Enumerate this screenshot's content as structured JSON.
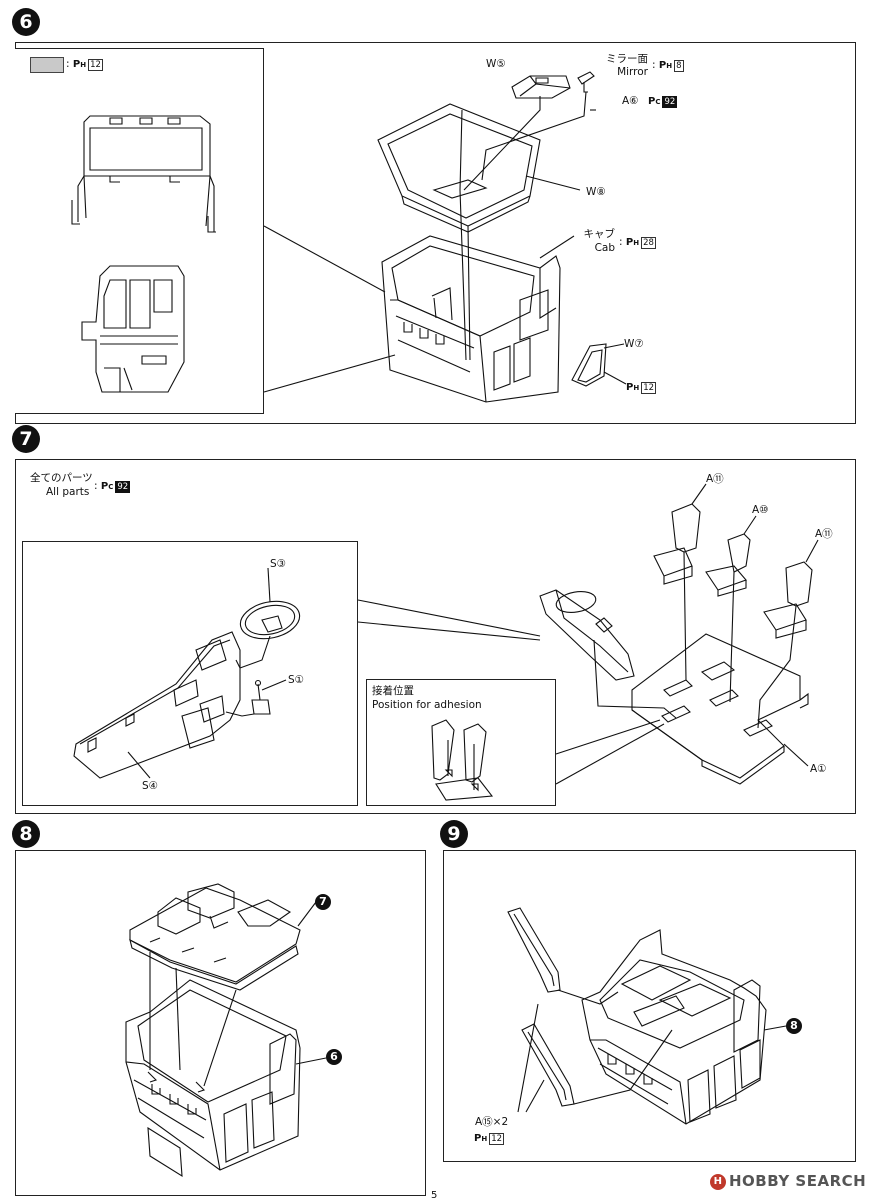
{
  "step6": {
    "number": "6",
    "swatch_note": ":",
    "swatch_paint": {
      "code": "P",
      "sub": "H",
      "num": "12"
    },
    "w5": "W⑤",
    "mirror_jp": "ミラー面",
    "mirror_en": "Mirror",
    "mirror_paint": {
      "code": "P",
      "sub": "H",
      "num": "8"
    },
    "a6": "A⑥",
    "a6_paint": {
      "code": "P",
      "sub": "C",
      "num": "92"
    },
    "w8": "W⑧",
    "cab_jp": "キャブ",
    "cab_en": "Cab",
    "cab_paint": {
      "code": "P",
      "sub": "H",
      "num": "28"
    },
    "w7": "W⑦",
    "w7_paint": {
      "code": "P",
      "sub": "H",
      "num": "12"
    }
  },
  "step7": {
    "number": "7",
    "all_jp": "全てのパーツ",
    "all_en": "All parts",
    "all_paint": {
      "code": "P",
      "sub": "C",
      "num": "92"
    },
    "s3": "S③",
    "s1": "S①",
    "s4": "S④",
    "a11_left": "A⑪",
    "a10": "A⑩",
    "a11_right": "A⑪",
    "a1": "A①",
    "adhesion_jp": "接着位置",
    "adhesion_en": "Position for adhesion"
  },
  "step8": {
    "number": "8",
    "ref7": "7",
    "ref6": "6"
  },
  "step9": {
    "number": "9",
    "ref8": "8",
    "a15": "A⑮×2",
    "a15_paint": {
      "code": "P",
      "sub": "H",
      "num": "12"
    }
  },
  "page_number": "5",
  "watermark": "HOBBY SEARCH",
  "colors": {
    "ink": "#111111",
    "paint_swatch": "#c9c9c9"
  }
}
